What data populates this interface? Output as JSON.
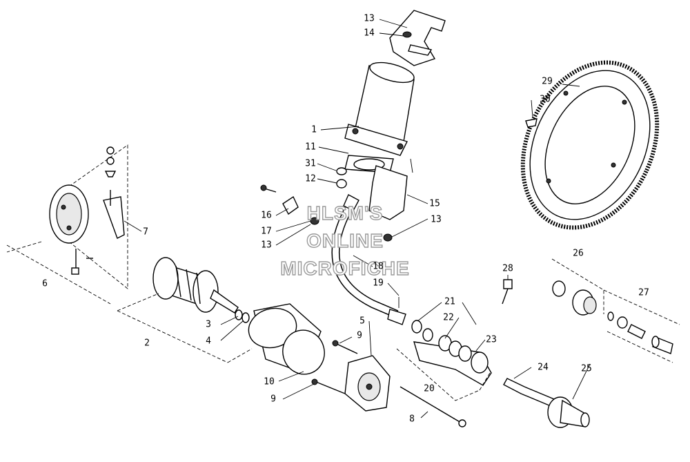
{
  "diagram": {
    "callouts": [
      "1",
      "2",
      "3",
      "4",
      "5",
      "6",
      "7",
      "8",
      "9",
      "9",
      "10",
      "11",
      "12",
      "13",
      "13",
      "13",
      "14",
      "15",
      "16",
      "17",
      "18",
      "19",
      "20",
      "21",
      "22",
      "23",
      "24",
      "25",
      "26",
      "27",
      "28",
      "29",
      "30",
      "31"
    ]
  },
  "watermark": {
    "line1": "HLSM'S",
    "line2": "ONLINE",
    "line3": "MICROFICHE"
  }
}
